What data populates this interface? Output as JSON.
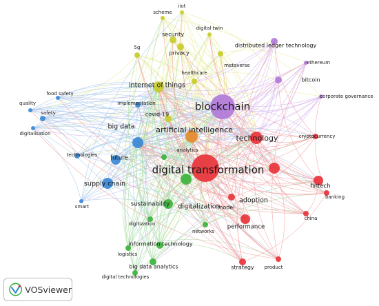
{
  "brand": {
    "name": "VOSviewer"
  },
  "colors": {
    "cluster_red": "#e8333a",
    "cluster_green": "#3cb33c",
    "cluster_blue": "#3a88d6",
    "cluster_yellow": "#c8cc2a",
    "cluster_purple": "#b07ad9",
    "node_orange": "#e68a2e",
    "link_red": "#f2a0a0",
    "link_green": "#a8dca0",
    "link_blue": "#a8c8ec",
    "link_yellow": "#e9eb9a",
    "link_purple": "#d6b4ee"
  },
  "clusters": [
    {
      "id": "red",
      "color": "#e8333a",
      "link_color": "#f2a0a0"
    },
    {
      "id": "green",
      "color": "#3cb33c",
      "link_color": "#a8dca0"
    },
    {
      "id": "blue",
      "color": "#3a88d6",
      "link_color": "#a8c8ec"
    },
    {
      "id": "yellow",
      "color": "#c8cc2a",
      "link_color": "#e9eb9a"
    },
    {
      "id": "purple",
      "color": "#b07ad9",
      "link_color": "#d6b4ee"
    }
  ],
  "terms": [
    {
      "label": "iiot",
      "cluster": "yellow",
      "weight": 1
    },
    {
      "label": "scheme",
      "cluster": "yellow",
      "weight": 1
    },
    {
      "label": "digital twin",
      "cluster": "yellow",
      "weight": 1
    },
    {
      "label": "security",
      "cluster": "yellow",
      "weight": 3
    },
    {
      "label": "5g",
      "cluster": "yellow",
      "weight": 2
    },
    {
      "label": "privacy",
      "cluster": "yellow",
      "weight": 3
    },
    {
      "label": "healthcare",
      "cluster": "yellow",
      "weight": 2
    },
    {
      "label": "metaverse",
      "cluster": "yellow",
      "weight": 2
    },
    {
      "label": "internet of things",
      "cluster": "yellow",
      "weight": 5
    },
    {
      "label": "covid-19",
      "cluster": "yellow",
      "weight": 3
    },
    {
      "label": "artificial intelligence",
      "cluster": "yellow",
      "weight": 6
    },
    {
      "label": "distributed ledger technology",
      "cluster": "purple",
      "weight": 3
    },
    {
      "label": "ethereum",
      "cluster": "purple",
      "weight": 1
    },
    {
      "label": "bitcoin",
      "cluster": "purple",
      "weight": 3
    },
    {
      "label": "corporate governance",
      "cluster": "purple",
      "weight": 1
    },
    {
      "label": "blockchain",
      "cluster": "purple",
      "weight": 10
    },
    {
      "label": "food safety",
      "cluster": "blue",
      "weight": 1
    },
    {
      "label": "quality",
      "cluster": "blue",
      "weight": 1
    },
    {
      "label": "safety",
      "cluster": "blue",
      "weight": 2
    },
    {
      "label": "implementation",
      "cluster": "blue",
      "weight": 2
    },
    {
      "label": "digitalisation",
      "cluster": "blue",
      "weight": 1
    },
    {
      "label": "big data",
      "cluster": "blue",
      "weight": 5
    },
    {
      "label": "technologies",
      "cluster": "blue",
      "weight": 2
    },
    {
      "label": "future",
      "cluster": "blue",
      "weight": 4
    },
    {
      "label": "supply chain",
      "cluster": "blue",
      "weight": 5
    },
    {
      "label": "smart",
      "cluster": "blue",
      "weight": 1
    },
    {
      "label": "analytics",
      "cluster": "green",
      "weight": 2
    },
    {
      "label": "sustainability",
      "cluster": "green",
      "weight": 4
    },
    {
      "label": "digitalization",
      "cluster": "green",
      "weight": 5
    },
    {
      "label": "digitization",
      "cluster": "green",
      "weight": 2
    },
    {
      "label": "networks",
      "cluster": "green",
      "weight": 2
    },
    {
      "label": "information technology",
      "cluster": "green",
      "weight": 3
    },
    {
      "label": "logistics",
      "cluster": "green",
      "weight": 2
    },
    {
      "label": "big data analytics",
      "cluster": "green",
      "weight": 3
    },
    {
      "label": "digital technologies",
      "cluster": "green",
      "weight": 2
    },
    {
      "label": "technology",
      "cluster": "red",
      "weight": 6
    },
    {
      "label": "cryptocurrency",
      "cluster": "red",
      "weight": 2
    },
    {
      "label": "digital transformation",
      "cluster": "red",
      "weight": 10
    },
    {
      "label": "fintech",
      "cluster": "red",
      "weight": 4
    },
    {
      "label": "banking",
      "cluster": "red",
      "weight": 2
    },
    {
      "label": "adoption",
      "cluster": "red",
      "weight": 5
    },
    {
      "label": "model",
      "cluster": "red",
      "weight": 3
    },
    {
      "label": "performance",
      "cluster": "red",
      "weight": 4
    },
    {
      "label": "china",
      "cluster": "red",
      "weight": 2
    },
    {
      "label": "strategy",
      "cluster": "red",
      "weight": 3
    },
    {
      "label": "product",
      "cluster": "red",
      "weight": 2
    }
  ]
}
